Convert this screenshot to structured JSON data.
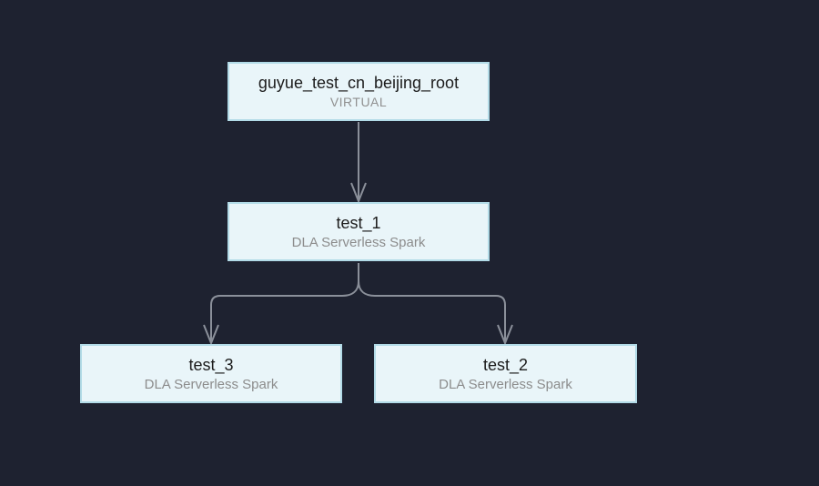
{
  "diagram": {
    "colors": {
      "background": "#1e2230",
      "node_fill": "#e9f5f9",
      "node_border": "#b2dbe7",
      "connector": "#8b909a",
      "title_text": "#1c1c1c",
      "subtitle_text": "#8c8c8c"
    },
    "nodes": [
      {
        "id": "root",
        "title": "guyue_test_cn_beijing_root",
        "subtitle": "VIRTUAL"
      },
      {
        "id": "test_1",
        "title": "test_1",
        "subtitle": "DLA Serverless Spark"
      },
      {
        "id": "test_3",
        "title": "test_3",
        "subtitle": "DLA Serverless Spark"
      },
      {
        "id": "test_2",
        "title": "test_2",
        "subtitle": "DLA Serverless Spark"
      }
    ],
    "edges": [
      {
        "from": "root",
        "to": "test_1"
      },
      {
        "from": "test_1",
        "to": "test_3"
      },
      {
        "from": "test_1",
        "to": "test_2"
      }
    ]
  }
}
